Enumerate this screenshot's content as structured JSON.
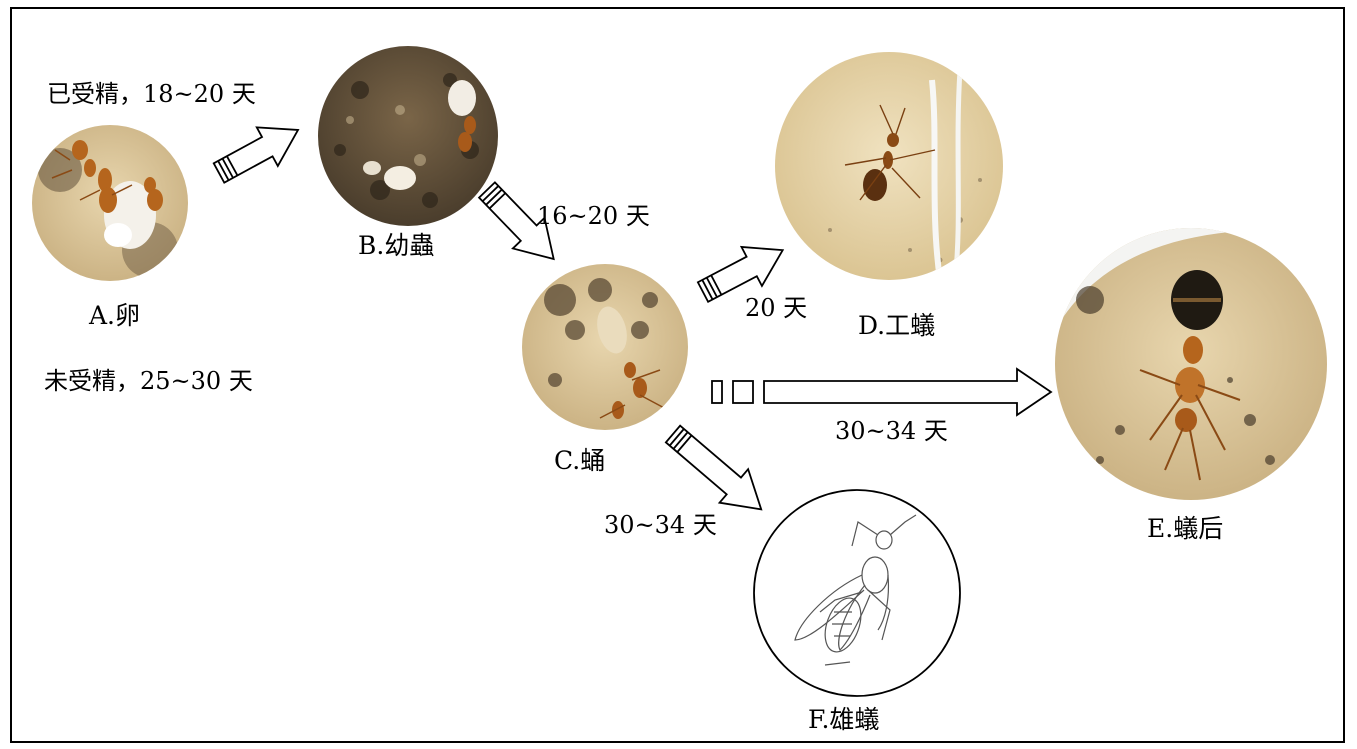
{
  "stages": {
    "egg": {
      "label": "A.卵"
    },
    "larva": {
      "label": "B.幼蟲"
    },
    "pupa": {
      "label": "C.蛹"
    },
    "worker": {
      "label": "D.工蟻"
    },
    "queen": {
      "label": "E.蟻后"
    },
    "male": {
      "label": "F.雄蟻"
    }
  },
  "durations": {
    "fertilized": "已受精，18~20 天",
    "unfertilized": "未受精，25~30 天",
    "larva_to_pupa": "16~20 天",
    "pupa_to_worker": "20 天",
    "pupa_to_queen": "30~34 天",
    "pupa_to_male": "30~34 天"
  },
  "colors": {
    "photo_background": "#d8c49a",
    "soil": "#5a4a35",
    "ant": "#b5651d",
    "queen_gaster": "#1f1a12",
    "sketch_stroke": "#555555",
    "arrow_stroke": "#000000",
    "arrow_fill": "#ffffff"
  },
  "icons": {
    "arrow": "hollow-block-arrow",
    "photo": "circular-photo",
    "sketch": "pencil-sketch-male-ant"
  }
}
